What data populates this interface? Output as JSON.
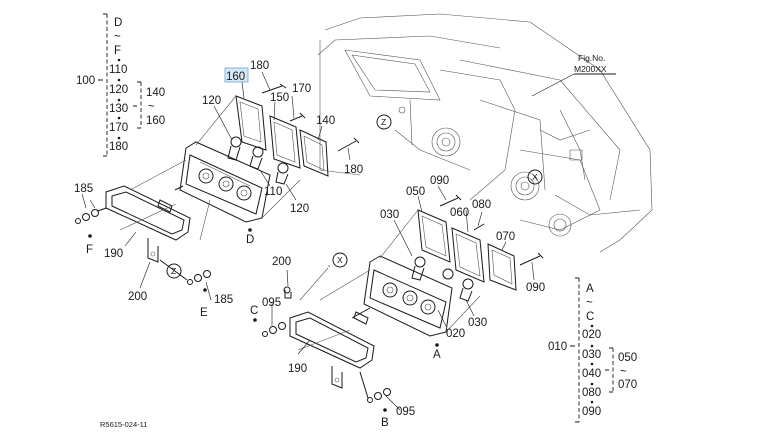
{
  "fig_no_label": "Fig.No.",
  "fig_no_value": "M200XX",
  "drawing_code": "R5615-024-11",
  "highlight_color": "#d6e8f7",
  "callouts": {
    "c160": "160",
    "c180a": "180",
    "c170": "170",
    "c150": "150",
    "c120a": "120",
    "c140": "140",
    "c180b": "180",
    "c110": "110",
    "c120b": "120",
    "c185a": "185",
    "c190a": "190",
    "c200a": "200",
    "c185b": "185",
    "c090a": "090",
    "c050": "050",
    "c030a": "030",
    "c060": "060",
    "c080": "080",
    "c070": "070",
    "c090b": "090",
    "c200b": "200",
    "c095a": "095",
    "c190b": "190",
    "c095b": "095",
    "c020": "020",
    "c030b": "030"
  },
  "refs": {
    "D": "D",
    "F": "F",
    "E": "E",
    "C": "C",
    "B": "B",
    "A": "A",
    "X1": "X",
    "X2": "X",
    "Z1": "Z",
    "Z2": "Z"
  },
  "left_set": {
    "main": "100",
    "items": [
      "D",
      "~",
      "F",
      "110",
      "120",
      "130",
      "170",
      "180"
    ],
    "sub_items": [
      "140",
      "~",
      "160"
    ]
  },
  "right_set": {
    "main": "010",
    "items": [
      "A",
      "~",
      "C",
      "020",
      "030",
      "040",
      "080",
      "090"
    ],
    "sub_items": [
      "050",
      "~",
      "070"
    ]
  }
}
